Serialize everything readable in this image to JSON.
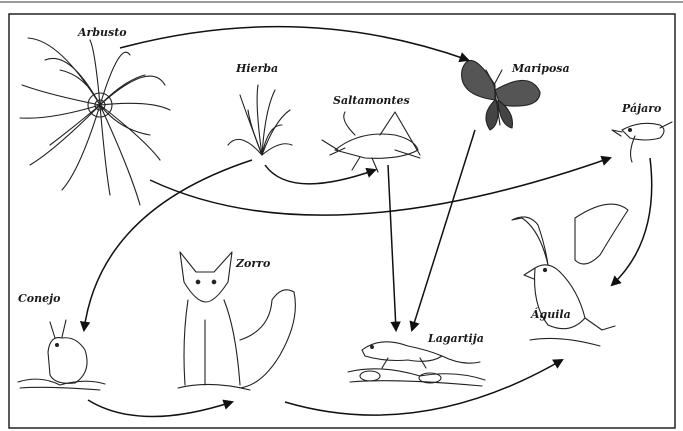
{
  "organisms": [
    {
      "id": "arbusto",
      "label": "Arbusto"
    },
    {
      "id": "hierba",
      "label": "Hierba"
    },
    {
      "id": "saltamontes",
      "label": "Saltamontes"
    },
    {
      "id": "mariposa",
      "label": "Mariposa"
    },
    {
      "id": "pajaro",
      "label": "Pájaro"
    },
    {
      "id": "conejo",
      "label": "Conejo"
    },
    {
      "id": "zorro",
      "label": "Zorro"
    },
    {
      "id": "lagartija",
      "label": "Lagartija"
    },
    {
      "id": "aguila",
      "label": "Águila"
    }
  ],
  "links": [
    {
      "from": "arbusto",
      "to": "mariposa"
    },
    {
      "from": "arbusto",
      "to": "pajaro"
    },
    {
      "from": "hierba",
      "to": "saltamontes"
    },
    {
      "from": "hierba",
      "to": "conejo"
    },
    {
      "from": "saltamontes",
      "to": "lagartija"
    },
    {
      "from": "mariposa",
      "to": "lagartija"
    },
    {
      "from": "pajaro",
      "to": "aguila"
    },
    {
      "from": "conejo",
      "to": "zorro"
    },
    {
      "from": "zorro",
      "to": "aguila"
    }
  ]
}
